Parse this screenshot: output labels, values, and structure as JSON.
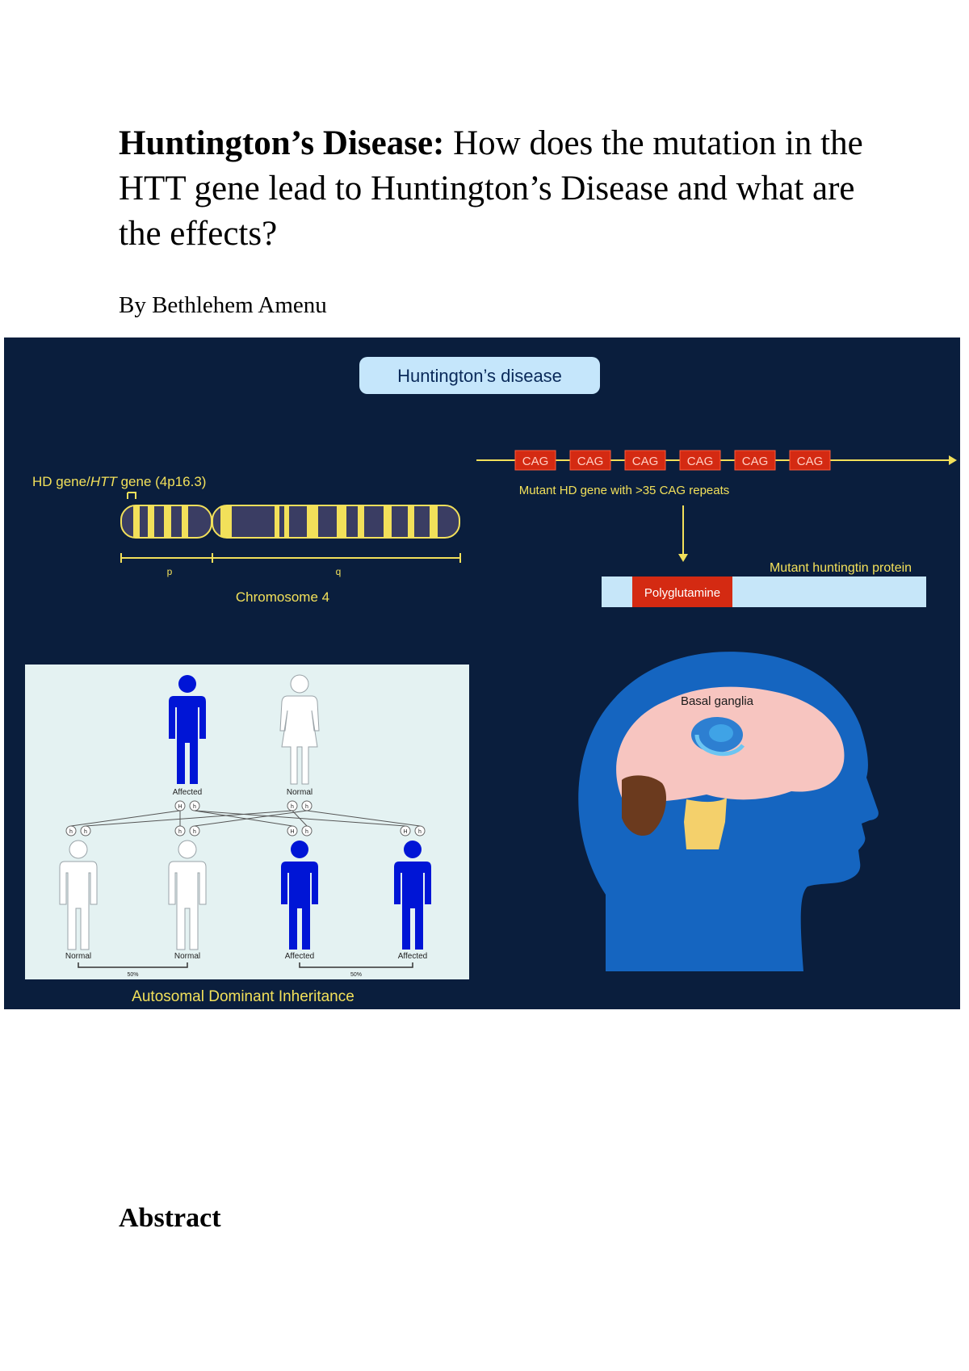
{
  "document": {
    "title_bold": "Huntington’s Disease:",
    "title_rest": " How does the mutation in the HTT gene lead to Huntington’s Disease and what are the effects?",
    "byline": "By Bethlehem Amenu",
    "abstract_heading": "Abstract"
  },
  "figure": {
    "banner": "Huntington’s disease",
    "gene_label_1": "HD gene/",
    "gene_label_italic": "HTT",
    "gene_label_2": " gene (4p16.3)",
    "arm_p": "p",
    "arm_q": "q",
    "chromosome_label": "Chromosome 4",
    "cag_repeats": [
      "CAG",
      "CAG",
      "CAG",
      "CAG",
      "CAG",
      "CAG"
    ],
    "mutant_gene_label": "Mutant HD gene with >35 CAG repeats",
    "protein_label": "Mutant huntingtin protein",
    "polyglutamine_label": "Polyglutamine",
    "basal_ganglia_label": "Basal ganglia",
    "inheritance_title": "Autosomal Dominant Inheritance",
    "parents": [
      {
        "label": "Affected",
        "status": "affected",
        "alleles": [
          "H",
          "h"
        ]
      },
      {
        "label": "Normal",
        "status": "normal",
        "alleles": [
          "h",
          "h"
        ]
      }
    ],
    "children": [
      {
        "label": "Normal",
        "status": "normal",
        "alleles": [
          "h",
          "h"
        ]
      },
      {
        "label": "Normal",
        "status": "normal",
        "alleles": [
          "h",
          "h"
        ]
      },
      {
        "label": "Affected",
        "status": "affected",
        "alleles": [
          "H",
          "h"
        ]
      },
      {
        "label": "Affected",
        "status": "affected",
        "alleles": [
          "H",
          "h"
        ]
      }
    ],
    "ratio_left": "50%",
    "ratio_right": "50%",
    "colors": {
      "background": "#0a1e3d",
      "affected": "#0015d6",
      "normal": "#ffffff",
      "cag": "#d42a12",
      "protein": "#c6e6f9",
      "head": "#1565c0",
      "brain": "#f7c5c0"
    }
  }
}
